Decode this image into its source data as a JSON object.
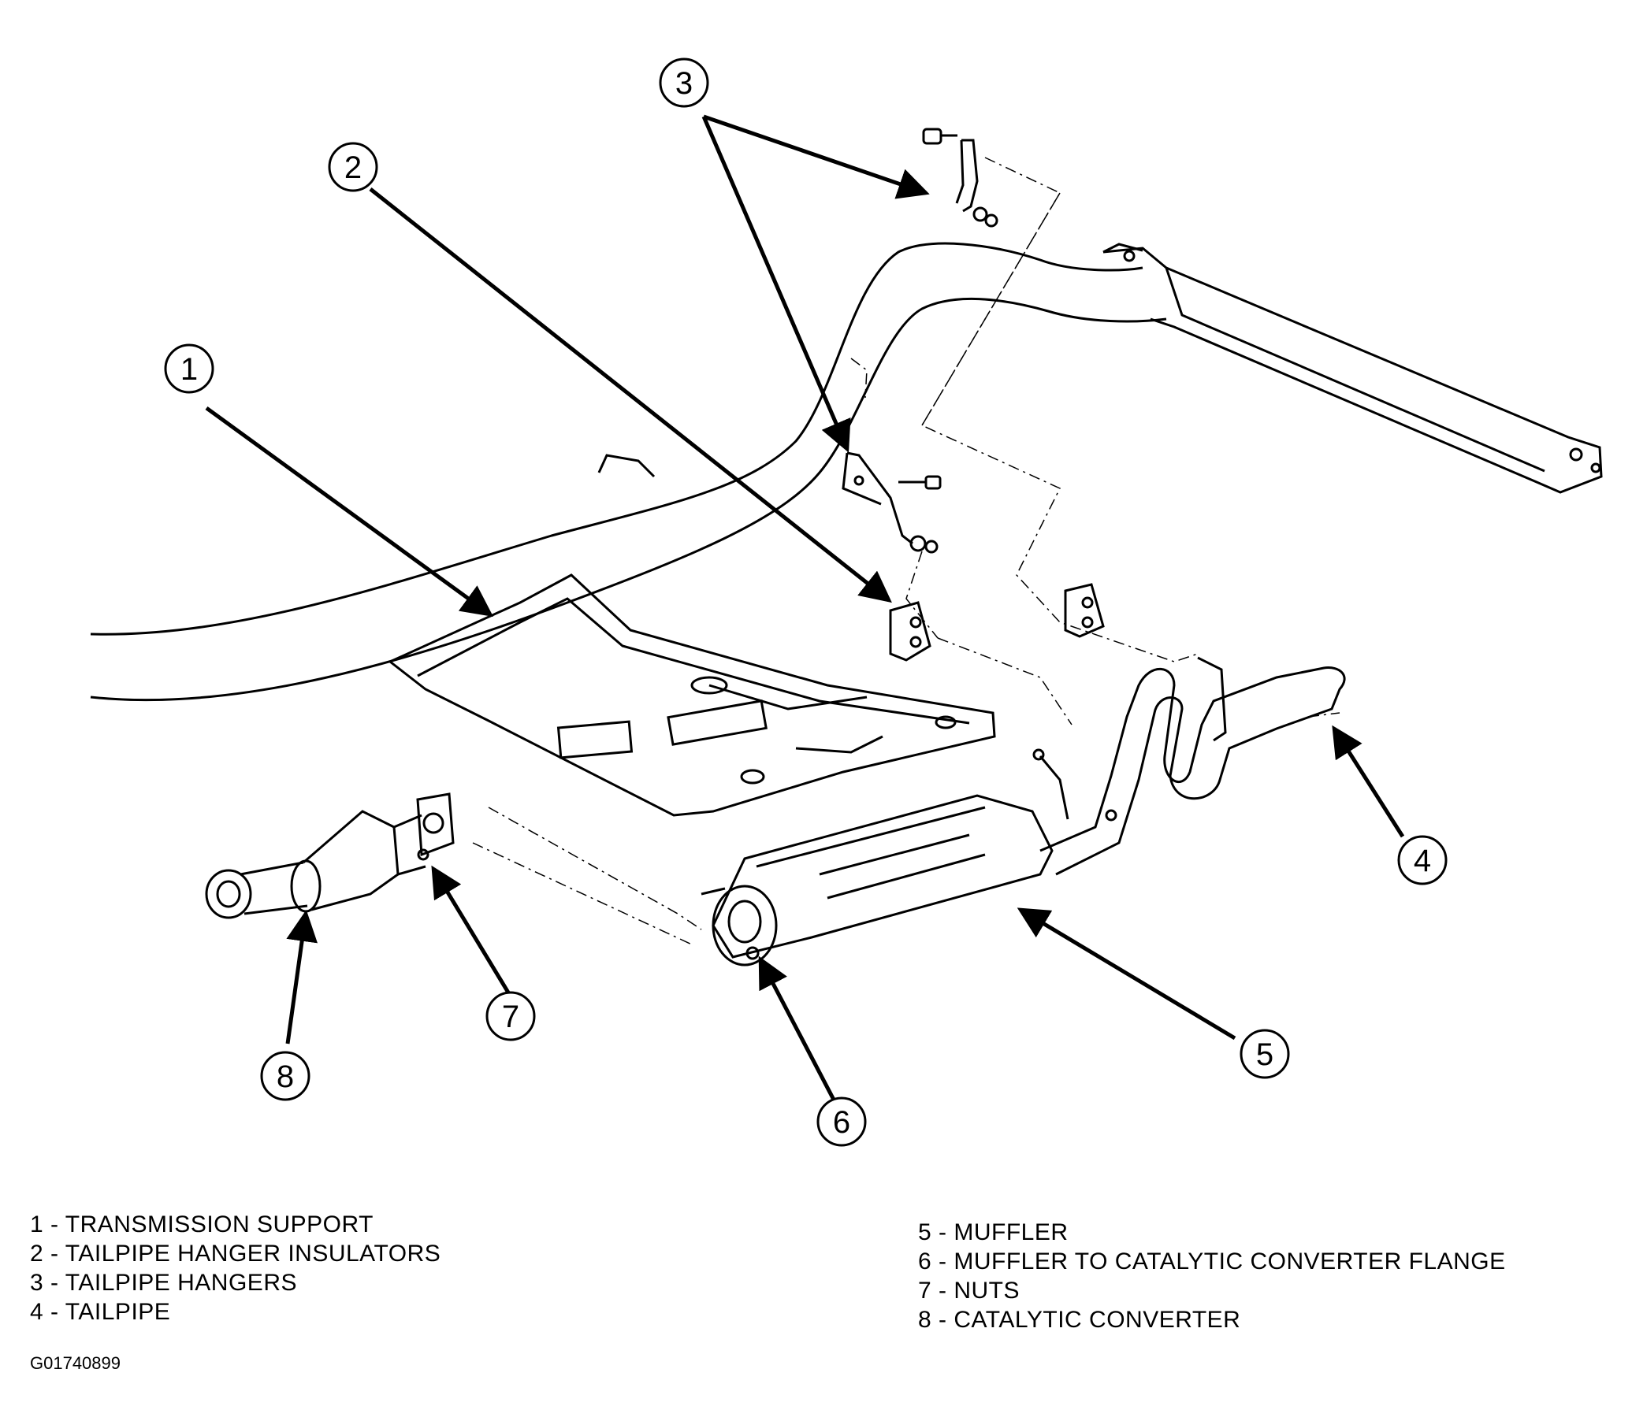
{
  "callouts": [
    "1",
    "2",
    "3",
    "4",
    "5",
    "6",
    "7",
    "8"
  ],
  "legend_left": [
    "1 - TRANSMISSION SUPPORT",
    "2 - TAILPIPE HANGER INSULATORS",
    "3 - TAILPIPE HANGERS",
    "4 - TAILPIPE"
  ],
  "legend_right": [
    "5 - MUFFLER",
    "6 - MUFFLER TO CATALYTIC CONVERTER FLANGE",
    "7 - NUTS",
    "8 - CATALYTIC CONVERTER"
  ],
  "figure_id": "G01740899"
}
